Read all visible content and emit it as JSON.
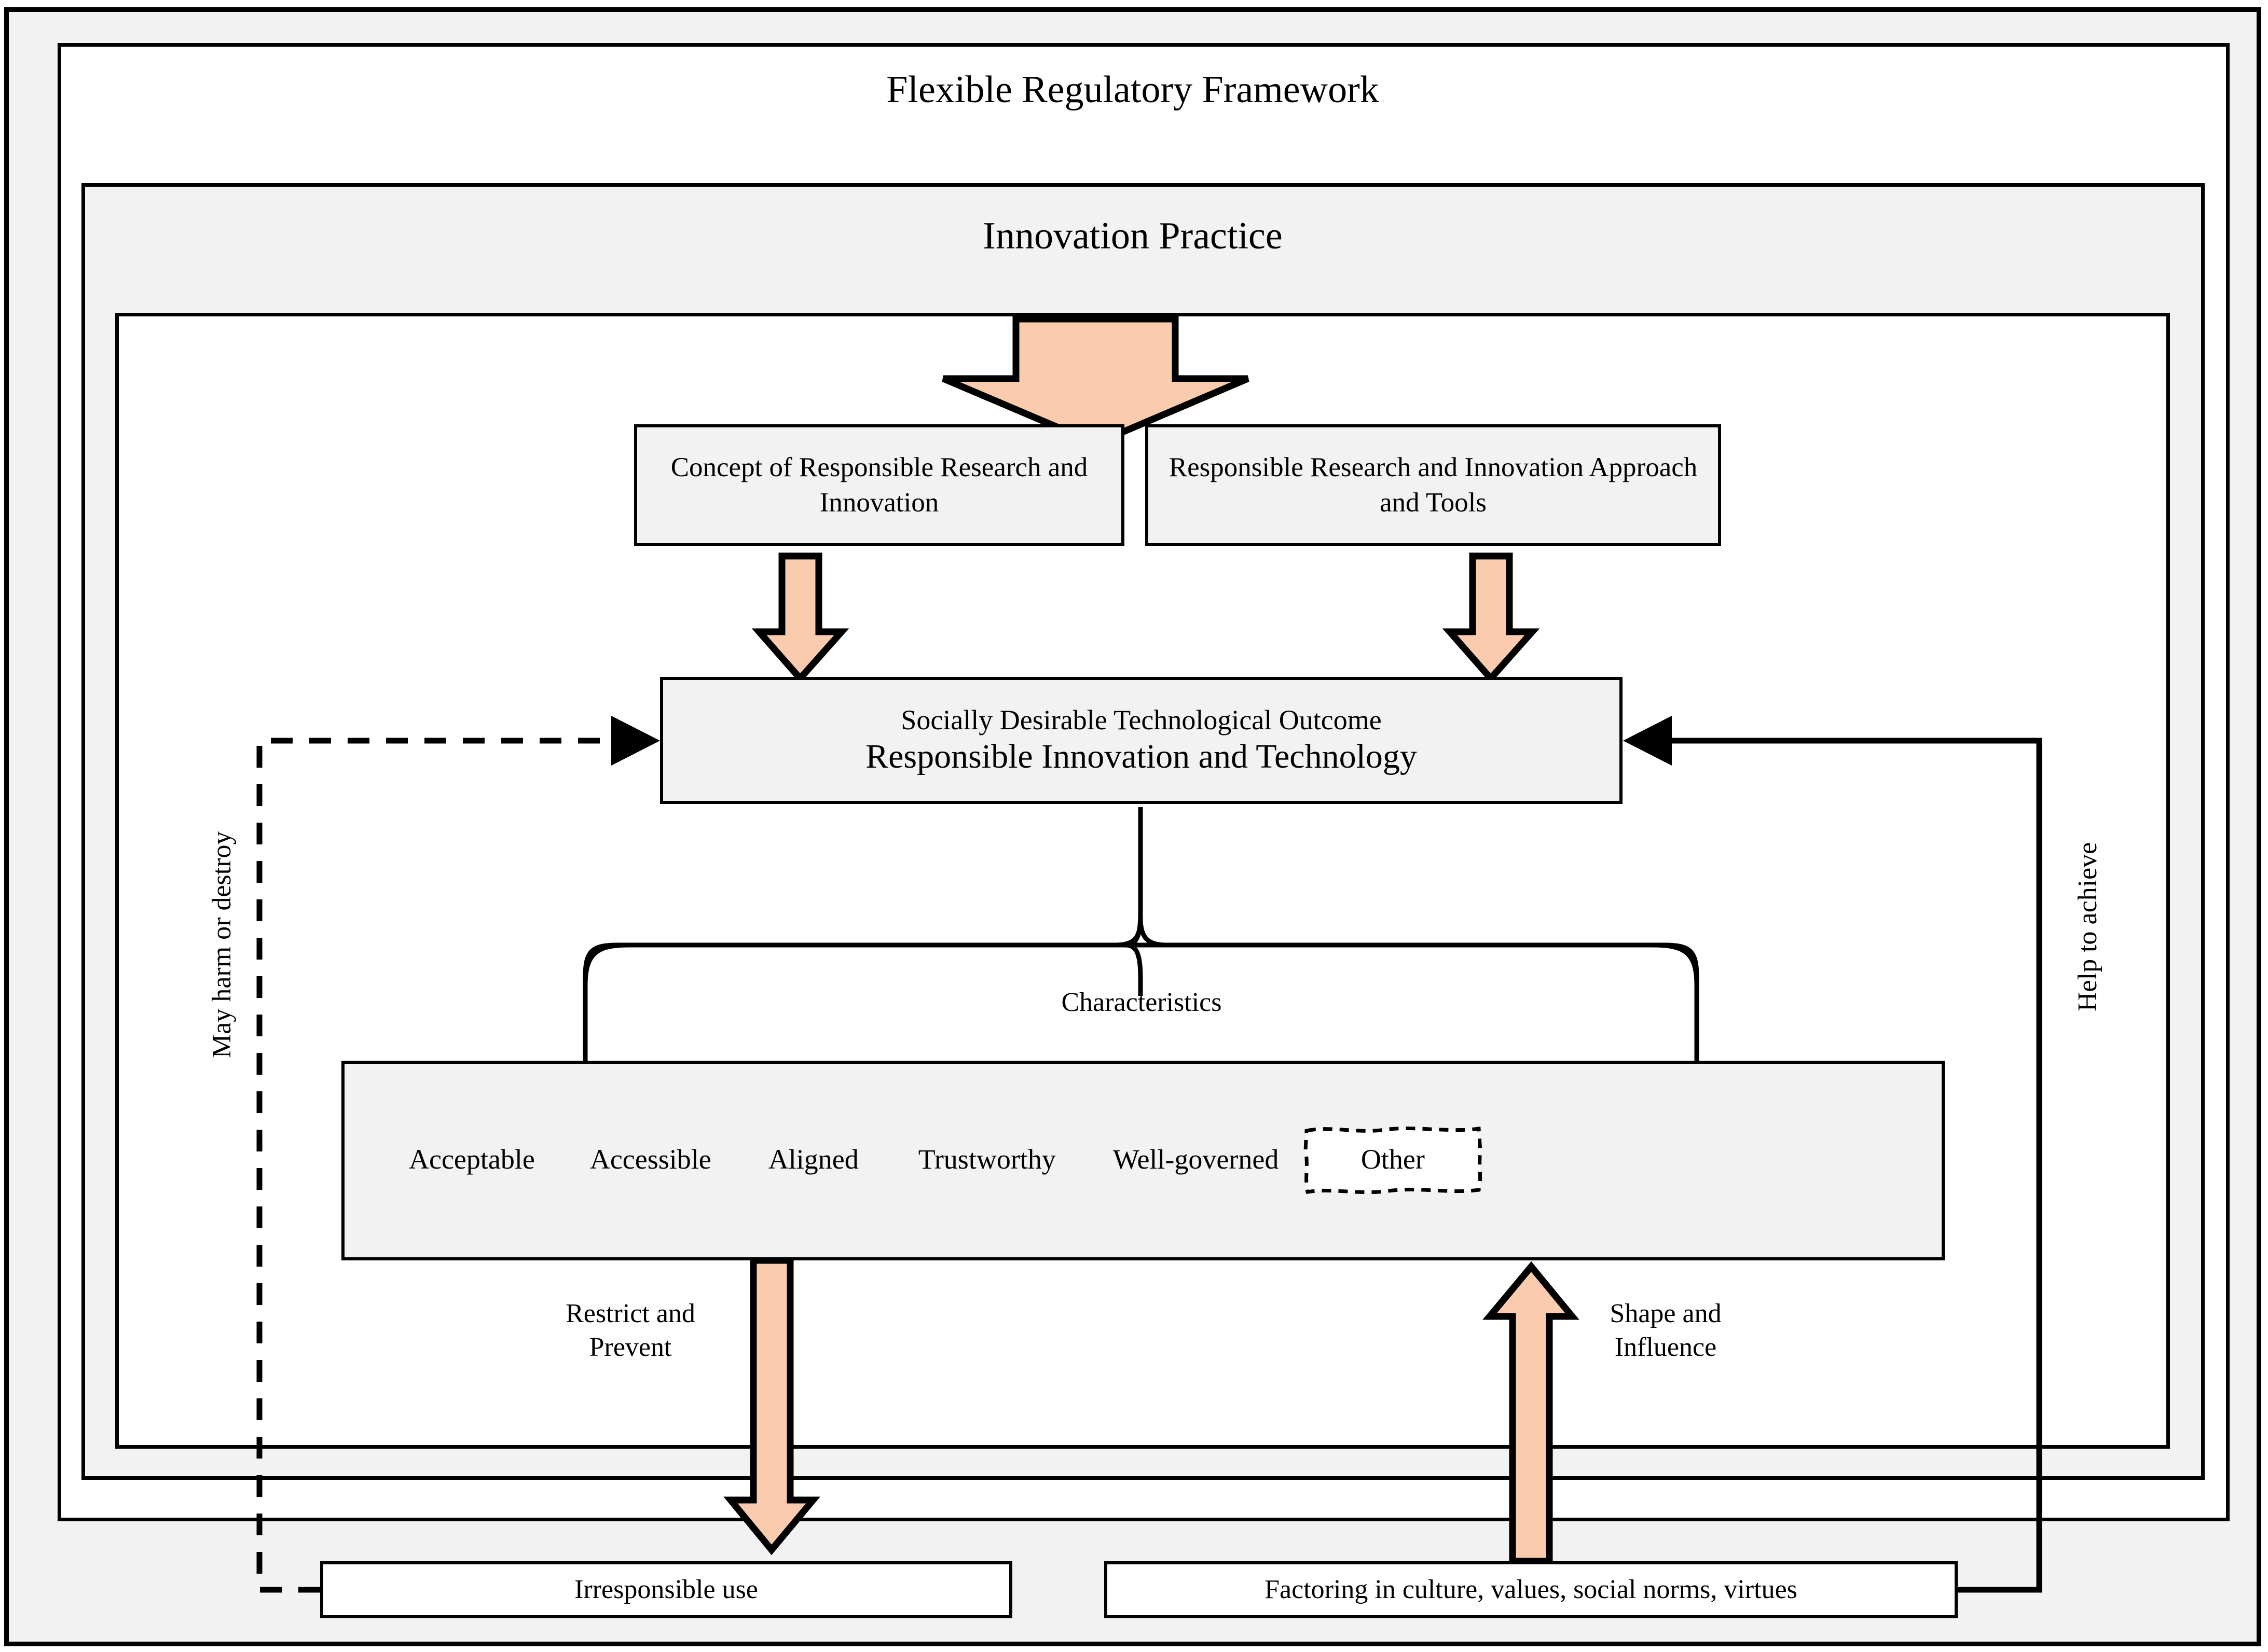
{
  "diagram": {
    "outer_frame_label": "",
    "framework": {
      "title": "Flexible Regulatory Framework"
    },
    "innovation": {
      "title": "Innovation Practice"
    },
    "inputs": [
      {
        "id": "concept",
        "label": "Concept of Responsible Research and Innovation"
      },
      {
        "id": "tools",
        "label": "Responsible Research and Innovation Approach and Tools"
      }
    ],
    "outcome": {
      "line1": "Socially Desirable Technological Outcome",
      "line2": "Responsible Innovation and Technology"
    },
    "characteristics": {
      "brace_label": "Characteristics",
      "items": [
        {
          "label": "Acceptable",
          "style": "plain"
        },
        {
          "label": "Accessible",
          "style": "plain"
        },
        {
          "label": "Aligned",
          "style": "plain"
        },
        {
          "label": "Trustworthy",
          "style": "plain"
        },
        {
          "label": "Well-governed",
          "style": "plain"
        },
        {
          "label": "Other",
          "style": "dashed-sketch"
        }
      ]
    },
    "bottom_boxes": [
      {
        "id": "irresponsible",
        "label": "Irresponsible use"
      },
      {
        "id": "factoring",
        "label": "Factoring in culture, values, social norms, virtues"
      }
    ],
    "edge_labels": {
      "restrict_prevent": "Restrict and\nPrevent",
      "restrict_prevent_line1": "Restrict and",
      "restrict_prevent_line2": "Prevent",
      "shape_influence_line1": "Shape and",
      "shape_influence_line2": "Influence",
      "may_harm_or_destroy": "May harm or destroy",
      "help_to_achieve": "Help to achieve"
    },
    "colors": {
      "arrow_fill": "#FACCAD",
      "arrow_stroke": "#000000",
      "frame_stroke": "#000000",
      "panel_gray": "#F2F2F2",
      "panel_white": "#FFFFFF",
      "text": "#000000"
    }
  }
}
